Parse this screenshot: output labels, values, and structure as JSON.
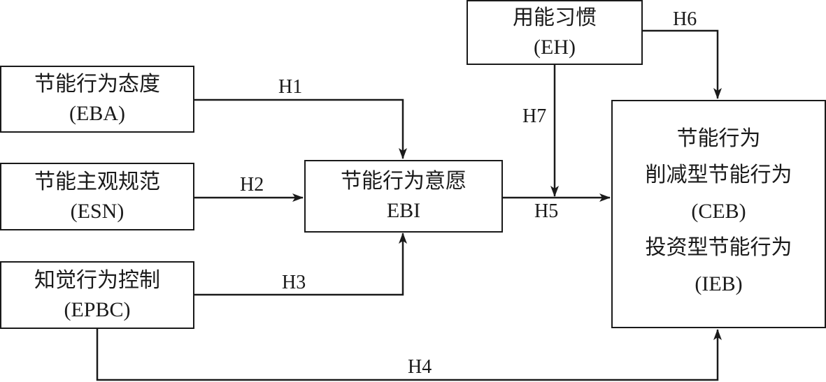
{
  "nodes": {
    "eba": {
      "name": "节能行为态度",
      "abbr": "(EBA)"
    },
    "esn": {
      "name": "节能主观规范",
      "abbr": "(ESN)"
    },
    "epbc": {
      "name": "知觉行为控制",
      "abbr": "(EPBC)"
    },
    "ebi": {
      "name": "节能行为意愿",
      "abbr": "EBI"
    },
    "eh": {
      "name": "用能习惯",
      "abbr": "(EH)"
    },
    "eb": {
      "title": "节能行为",
      "ceb_name": "削减型节能行为",
      "ceb_abbr": "(CEB)",
      "ieb_name": "投资型节能行为",
      "ieb_abbr": "(IEB)"
    }
  },
  "edges": [
    {
      "id": "h1",
      "label": "H1",
      "from": "eba",
      "to": "ebi"
    },
    {
      "id": "h2",
      "label": "H2",
      "from": "esn",
      "to": "ebi"
    },
    {
      "id": "h3",
      "label": "H3",
      "from": "epbc",
      "to": "ebi"
    },
    {
      "id": "h4",
      "label": "H4",
      "from": "epbc",
      "to": "eb"
    },
    {
      "id": "h5",
      "label": "H5",
      "from": "ebi",
      "to": "eb"
    },
    {
      "id": "h6",
      "label": "H6",
      "from": "eh",
      "to": "eb"
    },
    {
      "id": "h7",
      "label": "H7",
      "from": "eh",
      "to": "h5"
    }
  ],
  "colors": {
    "stroke": "#1a1a1a",
    "background": "#ffffff"
  }
}
